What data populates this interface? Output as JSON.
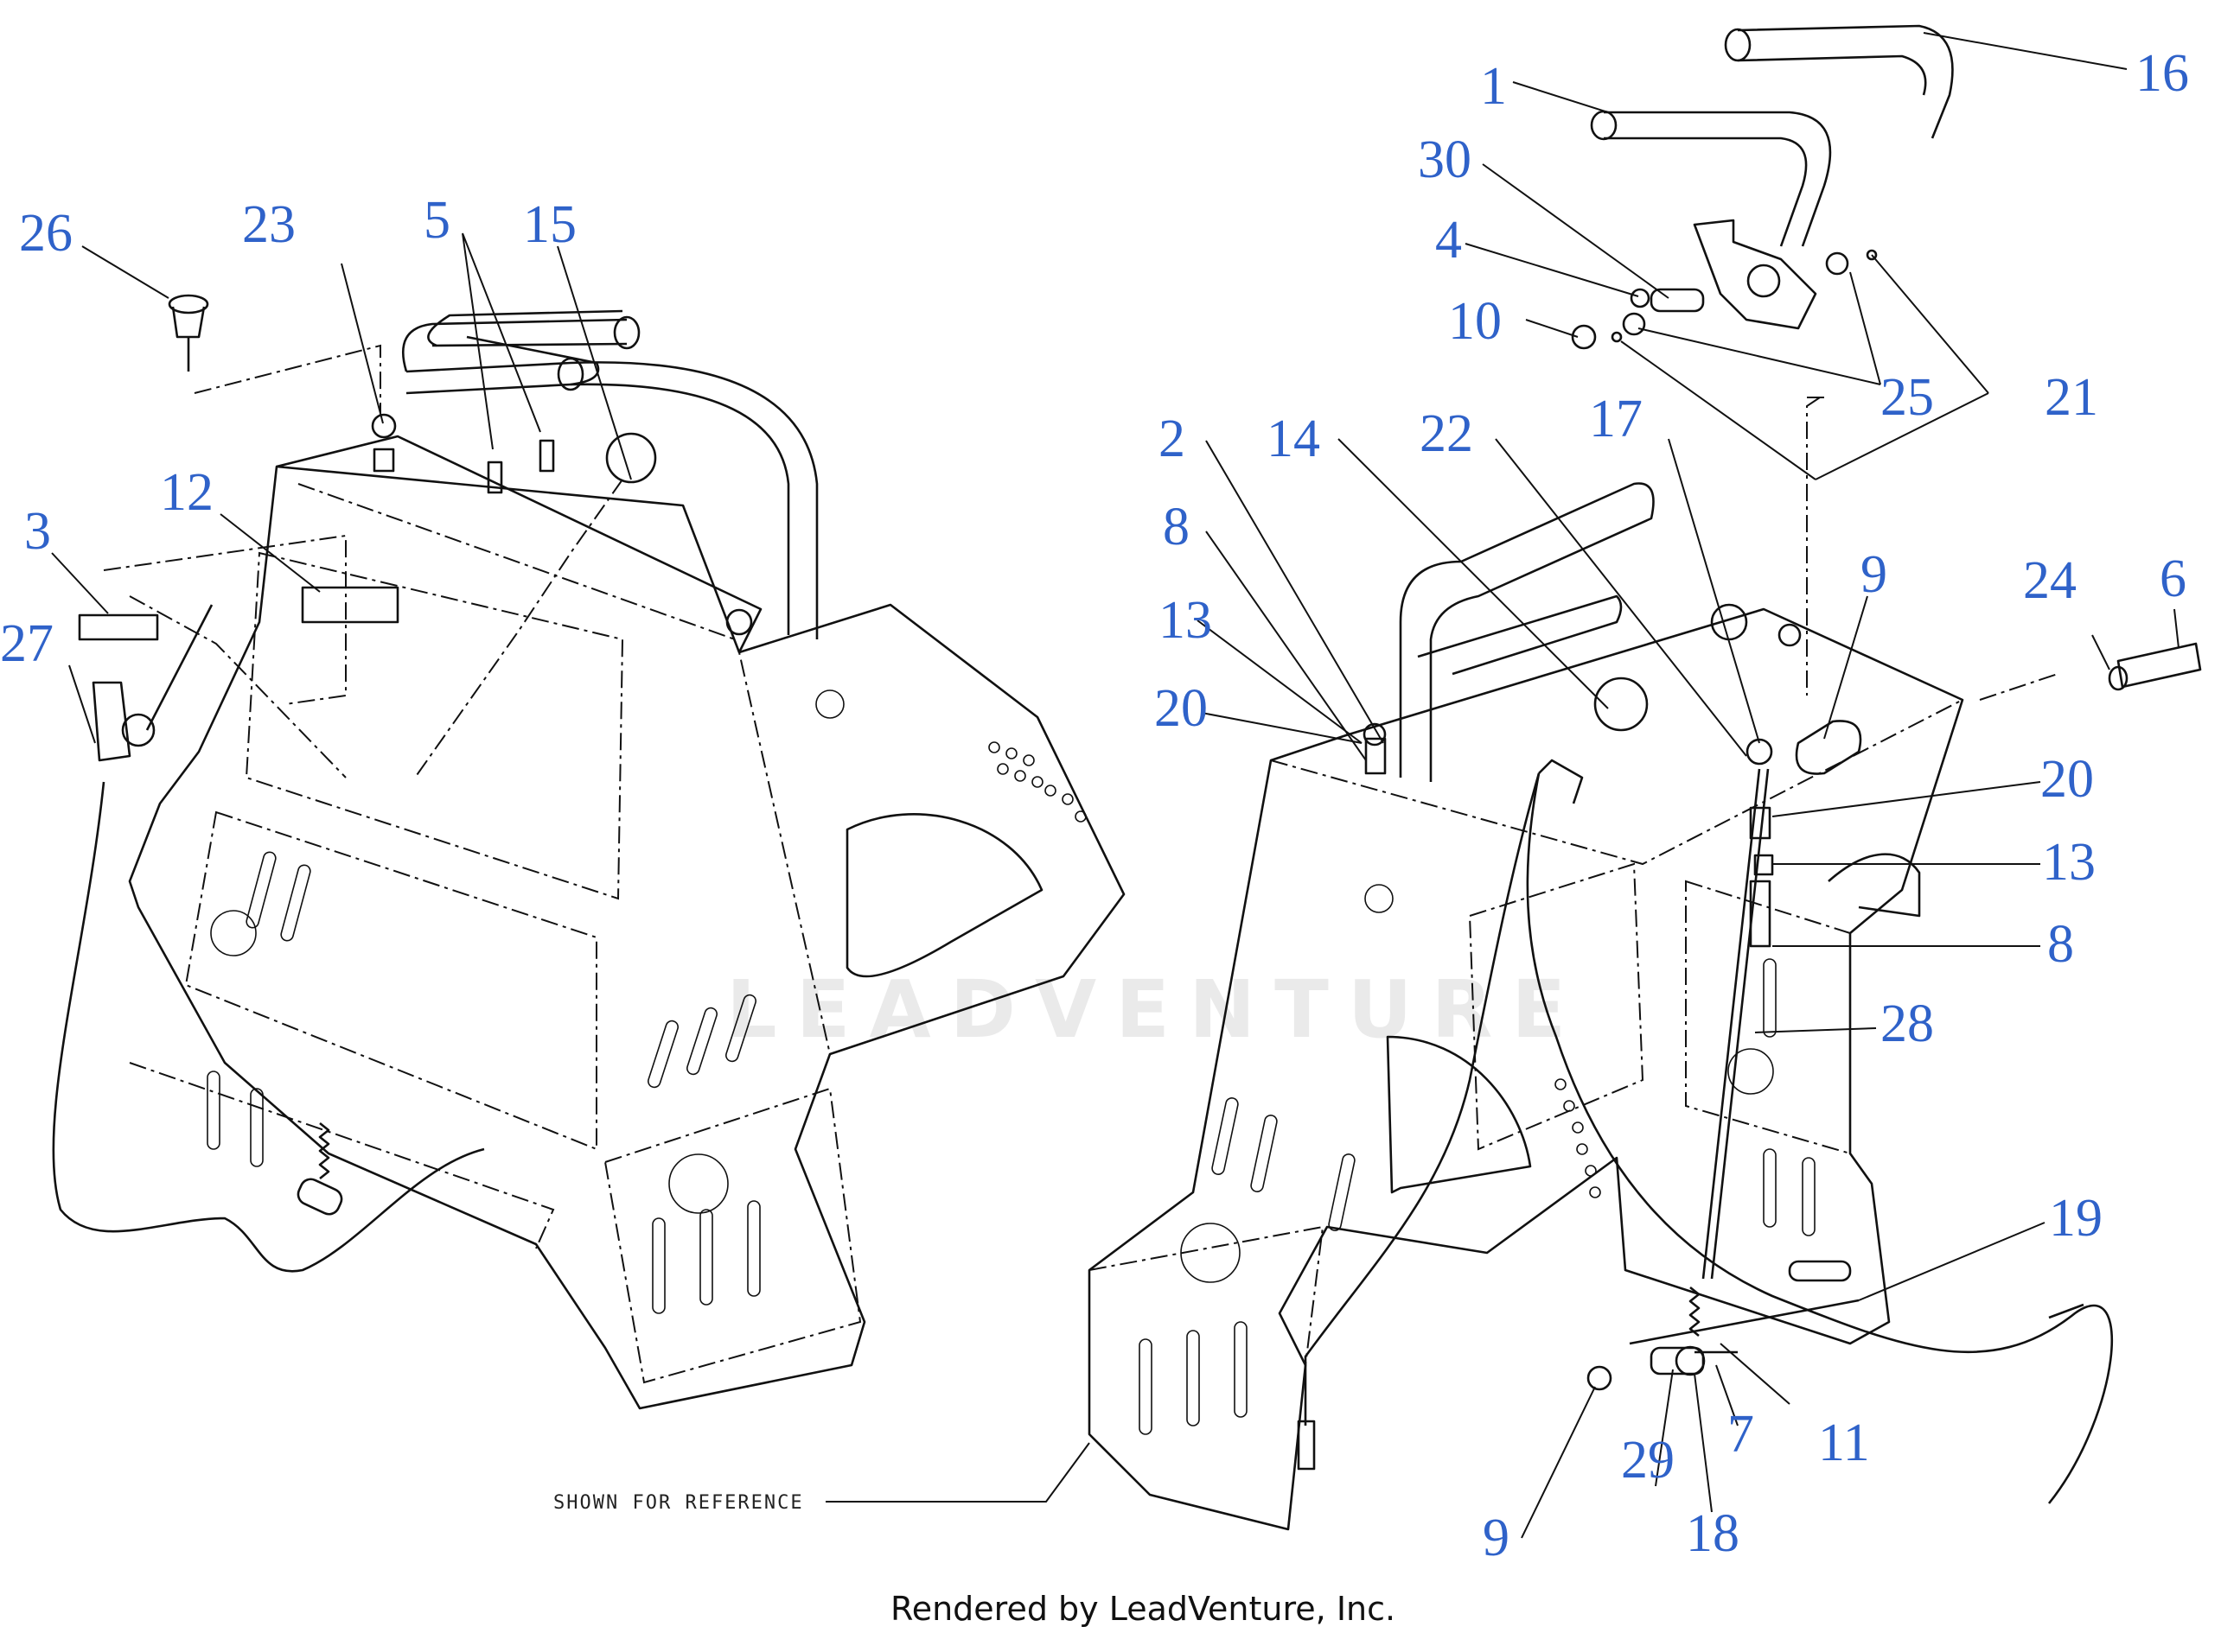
{
  "reference_note": "SHOWN FOR REFERENCE",
  "credit": "Rendered by LeadVenture, Inc.",
  "watermark": "LEADVENTURE",
  "callouts": [
    {
      "id": "c1",
      "label": "1"
    },
    {
      "id": "c16",
      "label": "16"
    },
    {
      "id": "c30",
      "label": "30"
    },
    {
      "id": "c4",
      "label": "4"
    },
    {
      "id": "c10",
      "label": "10"
    },
    {
      "id": "c25",
      "label": "25"
    },
    {
      "id": "c21",
      "label": "21"
    },
    {
      "id": "c26",
      "label": "26"
    },
    {
      "id": "c23",
      "label": "23"
    },
    {
      "id": "c5",
      "label": "5"
    },
    {
      "id": "c15",
      "label": "15"
    },
    {
      "id": "c12",
      "label": "12"
    },
    {
      "id": "c3",
      "label": "3"
    },
    {
      "id": "c27",
      "label": "27"
    },
    {
      "id": "c2",
      "label": "2"
    },
    {
      "id": "c14",
      "label": "14"
    },
    {
      "id": "c22",
      "label": "22"
    },
    {
      "id": "c17",
      "label": "17"
    },
    {
      "id": "c8a",
      "label": "8"
    },
    {
      "id": "c13a",
      "label": "13"
    },
    {
      "id": "c20a",
      "label": "20"
    },
    {
      "id": "c9a",
      "label": "9"
    },
    {
      "id": "c24",
      "label": "24"
    },
    {
      "id": "c6",
      "label": "6"
    },
    {
      "id": "c20b",
      "label": "20"
    },
    {
      "id": "c13b",
      "label": "13"
    },
    {
      "id": "c8b",
      "label": "8"
    },
    {
      "id": "c28",
      "label": "28"
    },
    {
      "id": "c19",
      "label": "19"
    },
    {
      "id": "c11",
      "label": "11"
    },
    {
      "id": "c7",
      "label": "7"
    },
    {
      "id": "c29",
      "label": "29"
    },
    {
      "id": "c18",
      "label": "18"
    },
    {
      "id": "c9b",
      "label": "9"
    }
  ]
}
